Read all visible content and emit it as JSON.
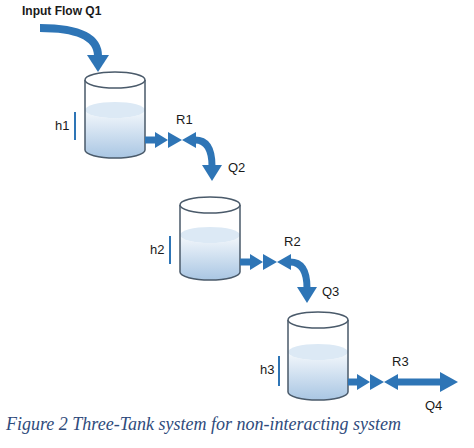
{
  "diagram": {
    "caption": "Figure 2 Three-Tank system for non-interacting system",
    "labels": [
      "Input Flow Q1",
      "h1",
      "R1",
      "Q2",
      "h2",
      "R2",
      "Q3",
      "h3",
      "R3",
      "Q4"
    ]
  }
}
